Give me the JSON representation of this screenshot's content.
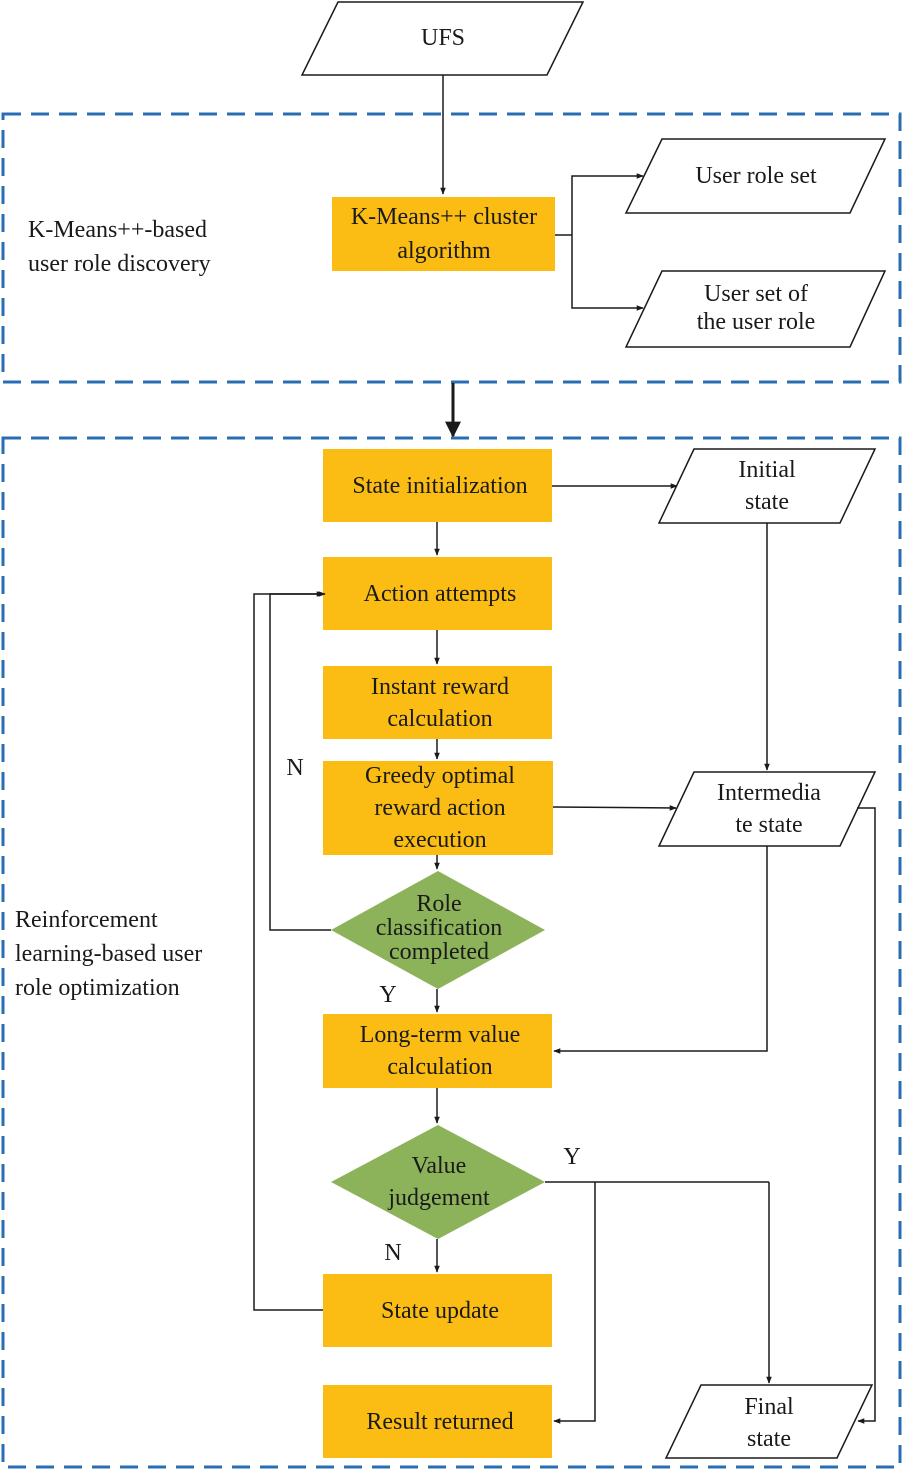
{
  "input": {
    "ufs": "UFS"
  },
  "stage1": {
    "label_lines": [
      "K-Means++-based",
      "user role discovery"
    ],
    "cluster_lines": [
      "K-Means++ cluster",
      "algorithm"
    ],
    "user_role_set": "User role set",
    "user_set_lines": [
      "User set of",
      "the user role"
    ]
  },
  "stage2": {
    "label_lines": [
      "Reinforcement",
      "learning-based user",
      "role optimization"
    ],
    "state_init": "State initialization",
    "initial_state_lines": [
      "Initial",
      "state"
    ],
    "action_attempts": "Action attempts",
    "instant_reward_lines": [
      "Instant reward",
      "calculation"
    ],
    "greedy_lines": [
      "Greedy optimal",
      "reward action",
      "execution"
    ],
    "intermediate_lines": [
      "Intermedia",
      "te state"
    ],
    "role_class_lines": [
      "Role",
      "classification",
      "completed"
    ],
    "long_term_lines": [
      "Long-term value",
      "calculation"
    ],
    "value_judgement_lines": [
      "Value",
      "judgement"
    ],
    "state_update": "State update",
    "result_returned": "Result returned",
    "final_state_lines": [
      "Final",
      "state"
    ],
    "branch_n_1": "N",
    "branch_y_1": "Y",
    "branch_y_2": "Y",
    "branch_n_2": "N"
  },
  "colors": {
    "process_fill": "#fbbd13",
    "decision_fill": "#8db35a",
    "dashed_border": "#2a6db5"
  }
}
